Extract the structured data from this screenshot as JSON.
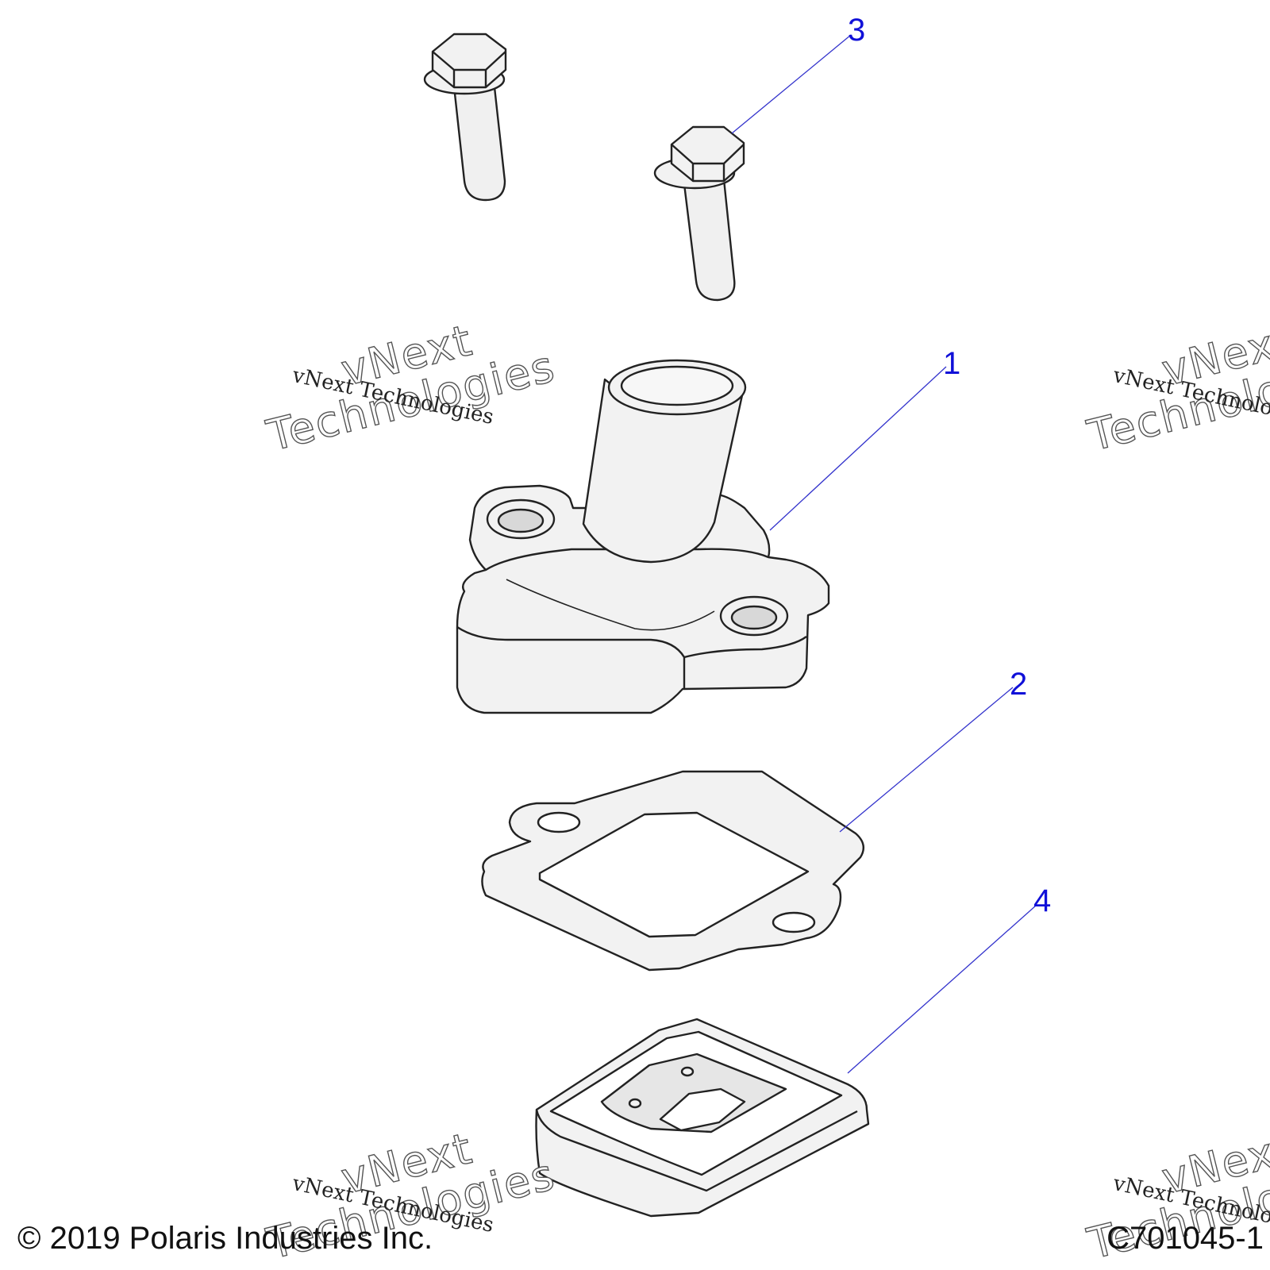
{
  "callouts": {
    "part_1": "1",
    "part_2": "2",
    "part_3": "3",
    "part_4": "4"
  },
  "footer": {
    "copyright": "© 2019 Polaris Industries Inc.",
    "figure_id": "C701045-1"
  },
  "watermark": {
    "line_small": "vNext Technologies",
    "line_big_1": "vNext",
    "line_big_2": "Technologies"
  },
  "colors": {
    "callout_text": "#1010d8",
    "leader_line": "#3333cc",
    "part_fill": "#f2f2f2",
    "outline": "#222222"
  }
}
